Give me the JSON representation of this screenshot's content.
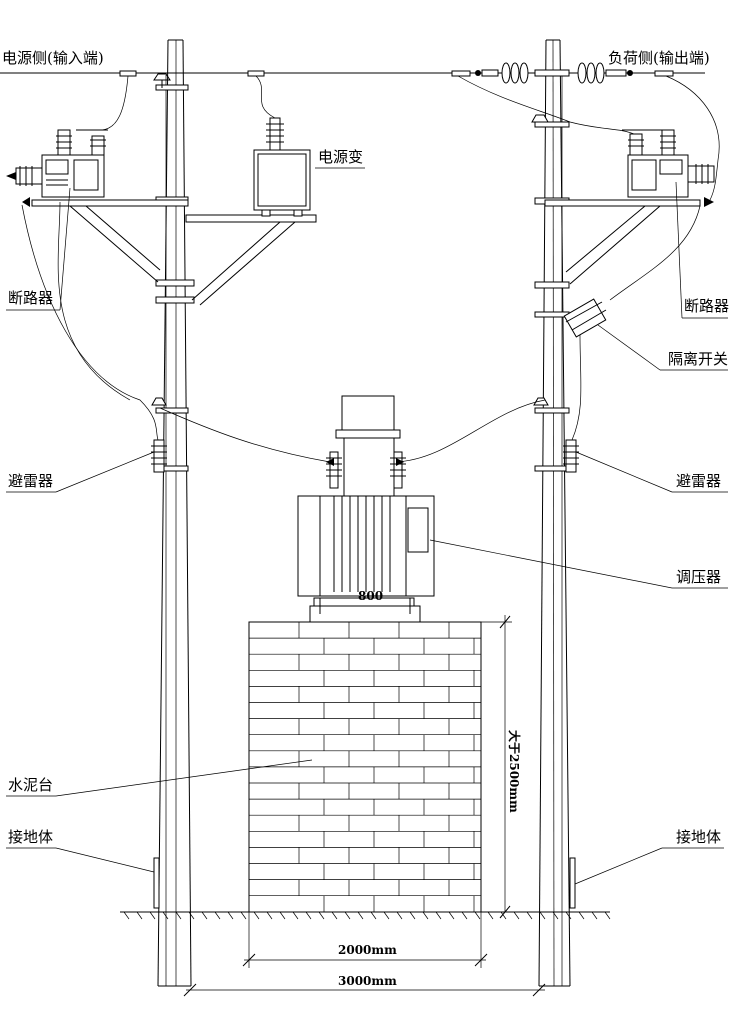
{
  "labels": {
    "source_side": "电源侧(输入端)",
    "load_side": "负荷侧(输出端)",
    "power_transformer": "电源变",
    "breaker_left": "断路器",
    "breaker_right": "断路器",
    "isolating_switch": "隔离开关",
    "arrester_left": "避雷器",
    "arrester_right": "避雷器",
    "voltage_regulator": "调压器",
    "concrete": "水泥台",
    "ground_left": "接地体",
    "ground_right": "接地体"
  },
  "dimensions": {
    "height": "大于2500mm",
    "platform_width": "2000mm",
    "pole_spacing": "3000mm",
    "nameplate": "800"
  }
}
